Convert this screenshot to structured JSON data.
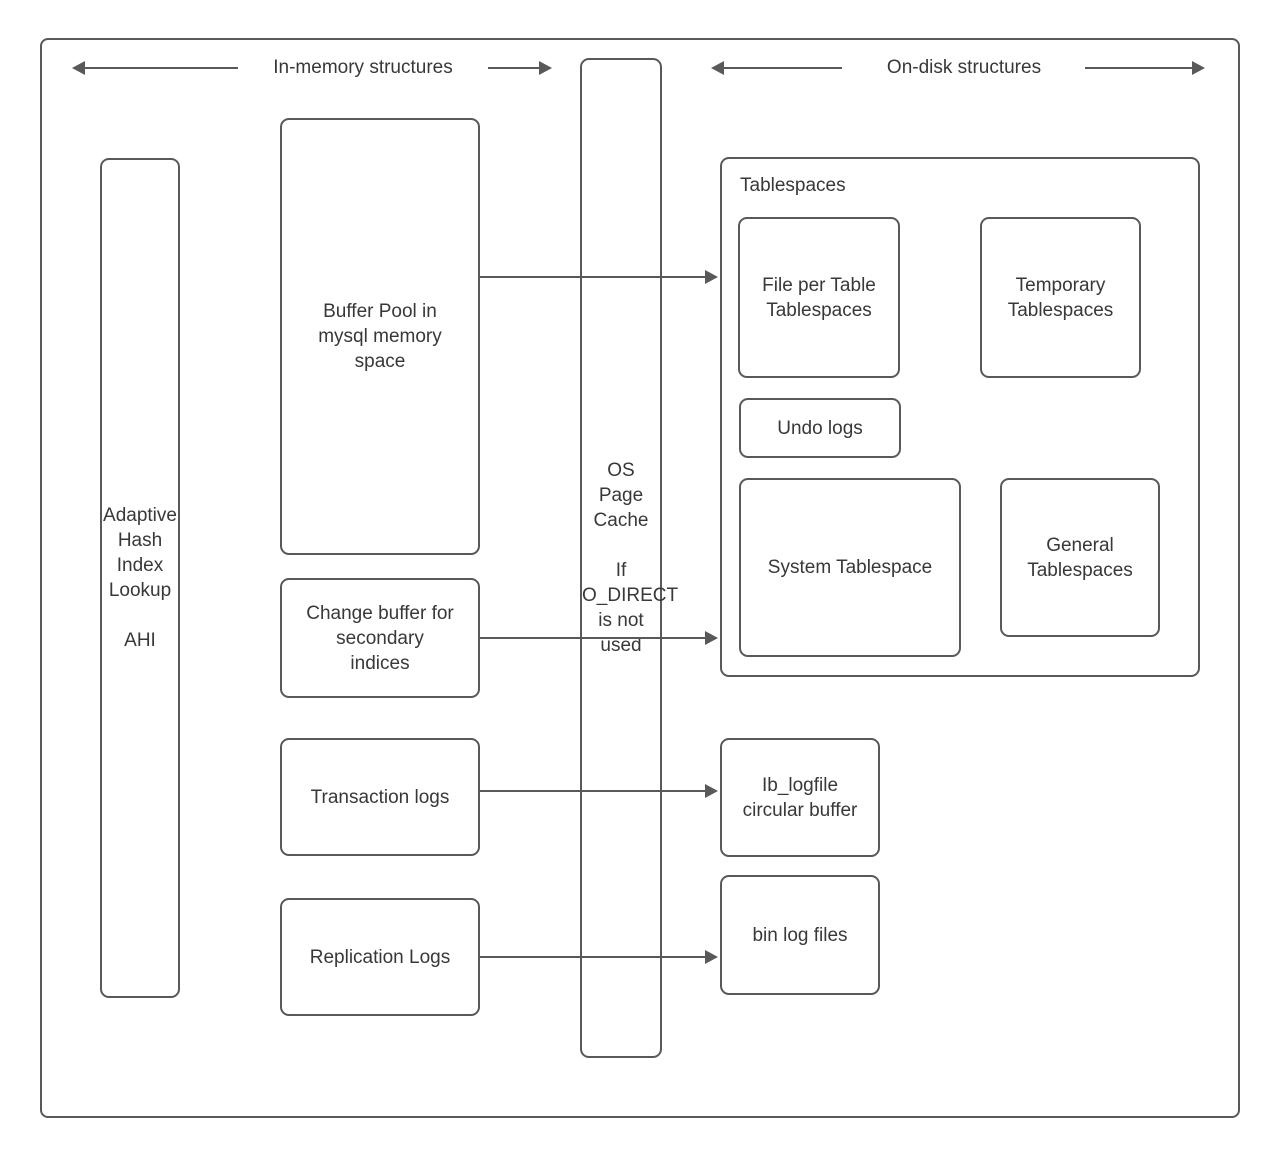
{
  "headers": {
    "in_memory_label": "In-memory structures",
    "on_disk_label": "On-disk structures"
  },
  "nodes": {
    "adaptive_hash": {
      "lines": [
        "Adaptive",
        "Hash",
        "Index",
        "Lookup",
        "",
        "AHI"
      ]
    },
    "buffer_pool": {
      "lines": [
        "Buffer Pool in",
        "mysql memory",
        "space"
      ]
    },
    "change_buffer": {
      "lines": [
        "Change buffer for",
        "secondary",
        "indices"
      ]
    },
    "transaction_logs": {
      "label": "Transaction logs"
    },
    "replication_logs": {
      "label": "Replication Logs"
    },
    "os_page_cache": {
      "lines": [
        "OS",
        "Page",
        "Cache",
        "",
        "If",
        "O_DIRECT",
        "is not",
        "used"
      ]
    },
    "tablespaces": {
      "label": "Tablespaces",
      "file_per_table": {
        "lines": [
          "File per Table",
          "Tablespaces"
        ]
      },
      "temporary": {
        "lines": [
          "Temporary",
          "Tablespaces"
        ]
      },
      "undo_logs": {
        "label": "Undo logs"
      },
      "system": {
        "label": "System Tablespace"
      },
      "general": {
        "lines": [
          "General",
          "Tablespaces"
        ]
      }
    },
    "ib_logfile": {
      "lines": [
        "Ib_logfile",
        "circular buffer"
      ]
    },
    "bin_log_files": {
      "label": "bin log files"
    }
  },
  "colors": {
    "stroke": "#595959",
    "text": "#383838",
    "background": "#ffffff"
  }
}
